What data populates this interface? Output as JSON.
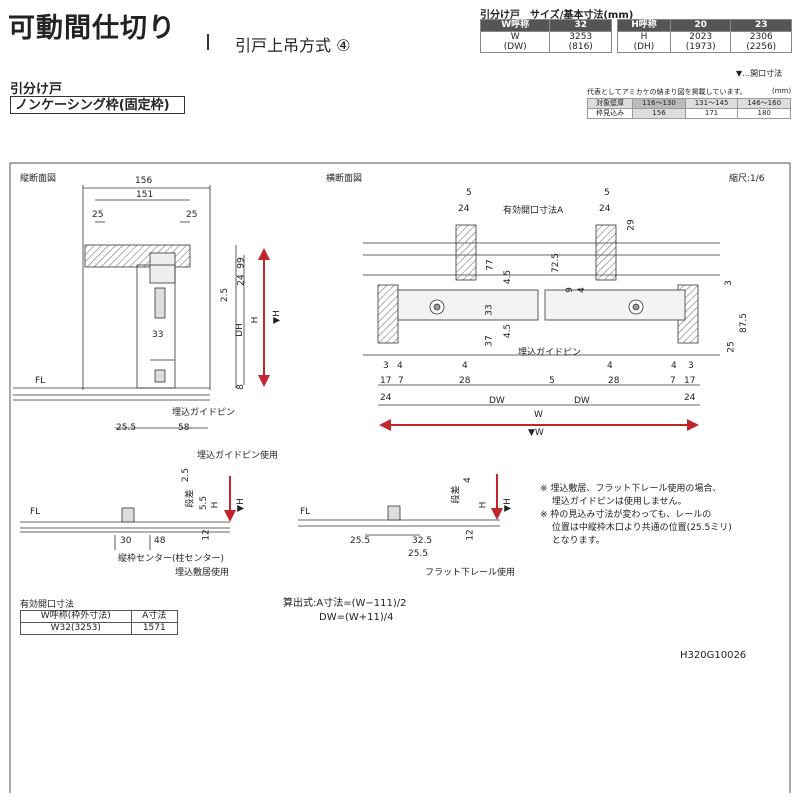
{
  "header": {
    "title": "可動間仕切り",
    "subtitle": "引戸上吊方式 ④"
  },
  "size_table": {
    "heading": "引分け戸　サイズ/基本寸法(mm)",
    "w_header": "W呼称",
    "w_value_header": "32",
    "w_label": "W",
    "w_value": "3253",
    "dw_label": "(DW)",
    "dw_value": "(816)",
    "h_header": "H呼称",
    "h_cols": [
      "20",
      "23"
    ],
    "h_label": "H",
    "h_values": [
      "2023",
      "2306"
    ],
    "dh_label": "(DH)",
    "dh_values": [
      "(1973)",
      "(2256)"
    ]
  },
  "opening_note": "▼…開口寸法",
  "door_type": "引分け戸",
  "frame_type": "ノンケーシング枠(固定枠)",
  "wall_table": {
    "note": "代表としてアミカケの納まり図を掲載しています。",
    "unit": "(mm)",
    "row1_label": "対象壁厚",
    "row1": [
      "116～130",
      "131～145",
      "146～160"
    ],
    "row2_label": "枠見込み",
    "row2": [
      "156",
      "171",
      "180"
    ]
  },
  "scale": "縮尺:1/6",
  "vertical_section": {
    "title": "縦断面図",
    "dims": {
      "d156": "156",
      "d151": "151",
      "d25a": "25",
      "d25b": "25",
      "d99": "99",
      "d24": "24",
      "d25": "2.5",
      "d33": "33",
      "d8": "8",
      "d25_5": "25.5",
      "d58": "58"
    },
    "labels": {
      "dh": "DH",
      "h": "H",
      "vh": "▼H",
      "fl": "FL",
      "guide_pin": "埋込ガイドピン"
    }
  },
  "horizontal_section": {
    "title": "横断面図",
    "dims": {
      "d5a": "5",
      "d24a": "24",
      "d5b": "5",
      "d24b": "24",
      "d77": "77",
      "d72_5": "72.5",
      "d29": "29",
      "d4_5a": "4.5",
      "d9": "9",
      "d4": "4",
      "d3r": "3",
      "d33": "33",
      "d87_5": "87.5",
      "d4_5b": "4.5",
      "d37": "37",
      "d25": "25",
      "d3a": "3",
      "d4a": "4",
      "d17a": "17",
      "d7a": "7",
      "d4b": "4",
      "d28a": "28",
      "d5c": "5",
      "d4c": "4",
      "d28b": "28",
      "d4d": "4",
      "d3b": "3",
      "d17b": "17",
      "d7b": "7",
      "d24c": "24",
      "d24d": "24"
    },
    "labels": {
      "effective": "有効開口寸法A",
      "guide_pin": "埋込ガイドピン",
      "dw1": "DW",
      "dw2": "DW",
      "w": "W",
      "vw": "▼W"
    }
  },
  "detail1": {
    "title": "埋込ガイドピン使用",
    "dims": {
      "d2_5": "2.5",
      "d5_5": "5.5",
      "d12": "12",
      "d30": "30",
      "d48": "48"
    },
    "labels": {
      "step": "段差",
      "h": "H",
      "vh": "▼H",
      "fl": "FL",
      "center": "縦枠センター(柱センター)",
      "threshold": "埋込敷居使用"
    }
  },
  "detail2": {
    "dims": {
      "d4": "4",
      "d12": "12",
      "d25_5a": "25.5",
      "d32_5": "32.5",
      "d25_5b": "25.5"
    },
    "labels": {
      "step": "段差",
      "h": "H",
      "vh": "▼H",
      "fl": "FL",
      "flat_rail": "フラット下レール使用"
    }
  },
  "notes": [
    "※ 埋込敷居、フラット下レール使用の場合、",
    "　 埋込ガイドピンは使用しません。",
    "※ 枠の見込み寸法が変わっても、レールの",
    "　 位置は中縦枠木口より共通の位置(25.5ミリ)",
    "　 となります。"
  ],
  "effective_table": {
    "title": "有効開口寸法",
    "col1": "W呼称(枠外寸法)",
    "col2": "A寸法",
    "row_w": "W32(3253)",
    "row_a": "1571"
  },
  "formula": {
    "line1": "算出式:A寸法=(W−111)/2",
    "line2": "DW=(W+11)/4"
  },
  "drawing_code": "H320G10026",
  "colors": {
    "arrow": "#c0272d",
    "hatch": "#777777",
    "line": "#333333"
  }
}
